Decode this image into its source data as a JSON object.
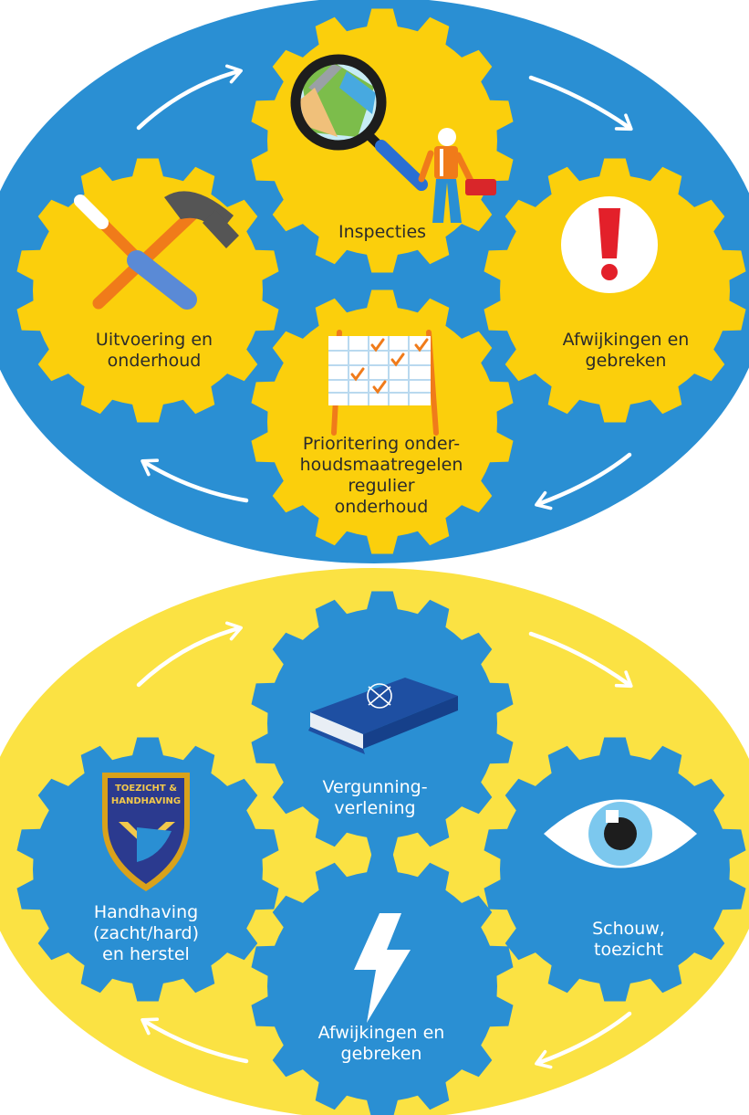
{
  "colors": {
    "blue": "#2a8fd3",
    "yellow": "#fbcf0c",
    "pale_yellow": "#fbe243",
    "dark_text": "#2b2b2b",
    "white": "#ffffff"
  },
  "cycle_top": {
    "inspecties": [
      "Inspecties"
    ],
    "afwijkingen": [
      "Afwijkingen en",
      "gebreken"
    ],
    "prioritering": [
      "Prioritering onder-",
      "houdsmaatregelen",
      "regulier",
      "onderhoud"
    ],
    "uitvoering": [
      "Uitvoering en",
      "onderhoud"
    ]
  },
  "cycle_bottom": {
    "vergunning": [
      "Vergunning-",
      "verlening"
    ],
    "schouw": [
      "Schouw,",
      "toezicht"
    ],
    "afwijkingen": [
      "Afwijkingen en",
      "gebreken"
    ],
    "handhaving": [
      "Handhaving",
      "(zacht/hard)",
      "en herstel"
    ]
  },
  "badge": {
    "line1": "TOEZICHT &",
    "line2": "HANDHAVING"
  },
  "icons": {
    "inspecties": "magnifier-worker-icon",
    "afwijkingen_top": "exclamation-icon",
    "prioritering": "planning-board-icon",
    "uitvoering": "tools-icon",
    "vergunning": "law-book-icon",
    "schouw": "eye-icon",
    "afwijkingen_bottom": "lightning-icon",
    "handhaving": "shield-badge-icon"
  }
}
